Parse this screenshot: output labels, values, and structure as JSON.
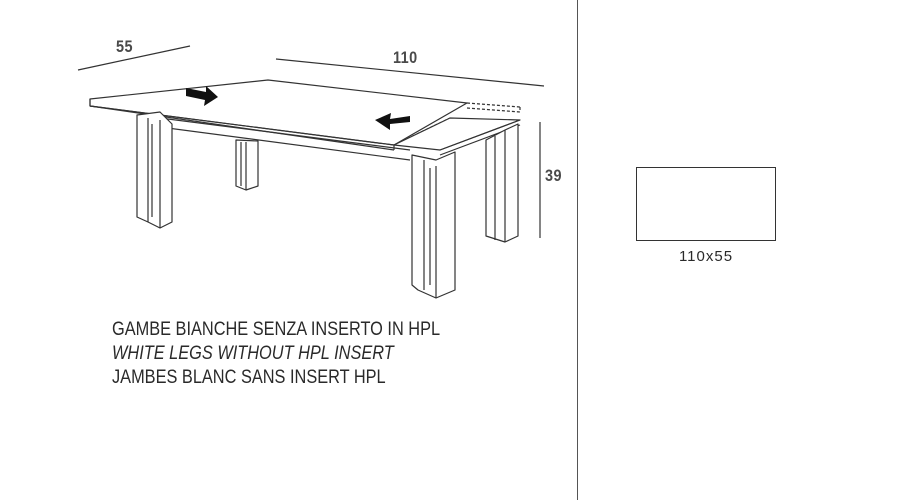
{
  "dimensions": {
    "depth": "55",
    "length": "110",
    "height": "39"
  },
  "caption": {
    "italian": "GAMBE BIANCHE SENZA INSERTO IN HPL",
    "english": "WHITE LEGS WITHOUT HPL INSERT",
    "french": "JAMBES BLANC SANS INSERT HPL"
  },
  "plan": {
    "label": "110x55"
  },
  "icons": [
    "arrow-right-icon",
    "arrow-left-icon"
  ],
  "colors": {
    "line": "#333333",
    "text": "#2a2a2a"
  }
}
